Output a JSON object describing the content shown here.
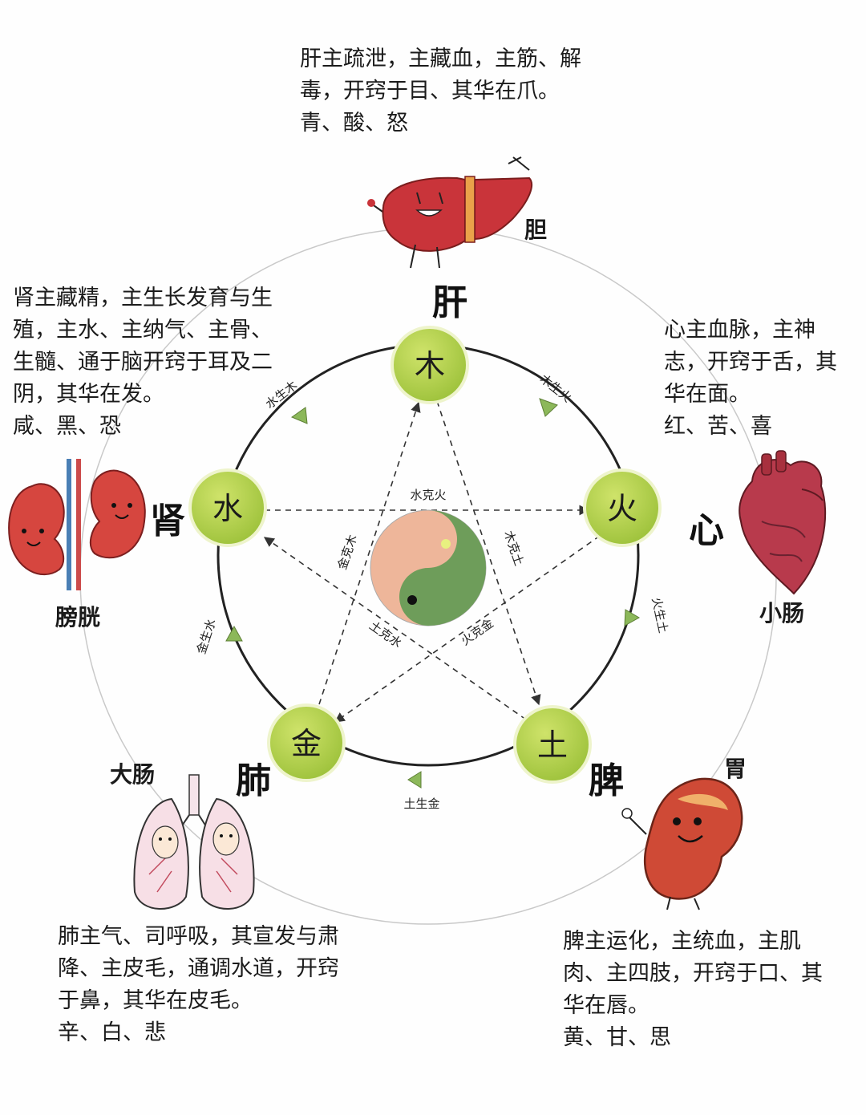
{
  "elements": {
    "wood": {
      "char": "木",
      "organ": "肝",
      "fu": "胆"
    },
    "fire": {
      "char": "火",
      "organ": "心",
      "fu": "小肠"
    },
    "earth": {
      "char": "土",
      "organ": "脾",
      "fu": "胃"
    },
    "metal": {
      "char": "金",
      "organ": "肺",
      "fu": "大肠"
    },
    "water": {
      "char": "水",
      "organ": "肾",
      "fu": "膀胱"
    }
  },
  "generating": {
    "wood_fire": "木生火",
    "fire_earth": "火生土",
    "earth_metal": "土生金",
    "metal_water": "金生水",
    "water_wood": "水生木"
  },
  "controlling": {
    "water_fire": "水克火",
    "wood_earth": "木克土",
    "metal_wood": "金克木",
    "earth_water": "土克水",
    "fire_metal": "火克金"
  },
  "descriptions": {
    "liver": [
      "肝主疏泄，主藏血，主筋、解",
      "毒，开窍于目、其华在爪。",
      "青、酸、怒"
    ],
    "kidney": [
      "肾主藏精，主生长发育与生",
      "殖，主水、主纳气、主骨、",
      "生髓、通于脑开窍于耳及二",
      "阴，其华在发。",
      "咸、黑、恐"
    ],
    "heart": [
      "心主血脉，主神",
      "志，开窍于舌，其",
      "华在面。",
      "红、苦、喜"
    ],
    "lung": [
      "肺主气、司呼吸，其宣发与肃",
      "降、主皮毛，通调水道，开窍",
      "于鼻，其华在皮毛。",
      "辛、白、悲"
    ],
    "spleen": [
      "脾主运化，主统血，主肌",
      "肉、主四肢，开窍于口、其",
      "华在唇。",
      "黄、甘、思"
    ]
  },
  "icons": {
    "liver": "liver-cartoon-icon",
    "heart": "heart-anatomical-icon",
    "kidney": "kidney-cartoon-icon",
    "lung": "lungs-cartoon-icon",
    "stomach": "stomach-cartoon-icon",
    "center": "yin-yang-icon"
  },
  "colors": {
    "node_fill": "#b5d445",
    "node_border": "#eaf2c4",
    "arrow": "#8cb85a",
    "yin": "#6e9d5a",
    "yang": "#eeb69a",
    "organ_red": "#c9343a"
  }
}
